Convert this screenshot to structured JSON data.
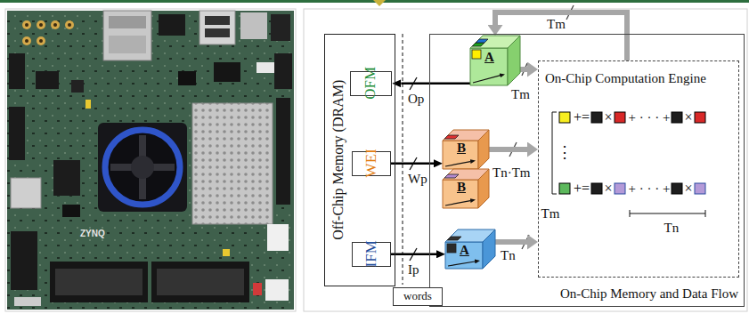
{
  "diagram": {
    "nodes": [
      {
        "text": [
          "Off-Chip Memory (DRAM)"
        ]
      },
      {
        "text": [
          "OFM"
        ],
        "in": 0
      },
      {
        "text": [
          "WEI"
        ],
        "in": 0
      },
      {
        "text": [
          "IFM"
        ],
        "in": 0
      },
      {
        "text": [
          "On-Chip Memory and Data Flow"
        ]
      },
      {
        "text": [
          "A"
        ],
        "in": 4
      },
      {
        "text": [
          "B"
        ],
        "in": 4
      },
      {
        "text": [
          "B"
        ],
        "in": 4
      },
      {
        "text": [
          "A"
        ],
        "in": 4
      },
      {
        "text": [
          "On-Chip Computation Engine"
        ],
        "in": 4
      },
      {
        "text": [
          "words"
        ]
      }
    ],
    "edges": [
      {
        "from": 5,
        "to": 1,
        "arrow": "to",
        "label": "Op"
      },
      {
        "from": 2,
        "to": 6,
        "arrow": "to",
        "label": "Wp"
      },
      {
        "from": 3,
        "to": 8,
        "arrow": "to",
        "label": "Ip"
      },
      {
        "from": 5,
        "to": 9,
        "arrow": "to",
        "label": "Tm"
      },
      {
        "from": 6,
        "to": 9,
        "arrow": "to",
        "label": "Tn·Tm"
      },
      {
        "from": 8,
        "to": 9,
        "arrow": "to",
        "label": "Tn"
      },
      {
        "from": 9,
        "to": 5,
        "arrow": "to",
        "label": "Tm"
      }
    ],
    "labels": [
      "ZYNQ",
      "+=",
      "×",
      "+ · · · +",
      "×",
      "⋮",
      "+=",
      "×",
      "+ · · · +",
      "×",
      "Tm",
      "Tn"
    ]
  }
}
